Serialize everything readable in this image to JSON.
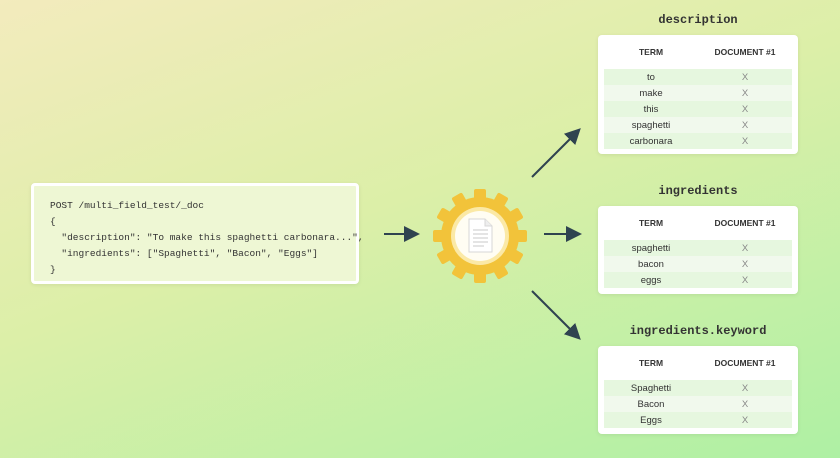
{
  "request": {
    "lines": [
      "POST /multi_field_test/_doc",
      "{",
      "  \"description\": \"To make this spaghetti carbonara...\",",
      "  \"ingredients\": [\"Spaghetti\", \"Bacon\", \"Eggs\"]",
      "}"
    ]
  },
  "analyzer": {
    "icon": "gear-document-icon",
    "gear_color": "#f2c33a"
  },
  "panels": [
    {
      "title": "description",
      "header": [
        "TERM",
        "DOCUMENT #1"
      ],
      "rows": [
        {
          "term": "to",
          "mark": "X"
        },
        {
          "term": "make",
          "mark": "X"
        },
        {
          "term": "this",
          "mark": "X"
        },
        {
          "term": "spaghetti",
          "mark": "X"
        },
        {
          "term": "carbonara",
          "mark": "X"
        }
      ]
    },
    {
      "title": "ingredients",
      "header": [
        "TERM",
        "DOCUMENT #1"
      ],
      "rows": [
        {
          "term": "spaghetti",
          "mark": "X"
        },
        {
          "term": "bacon",
          "mark": "X"
        },
        {
          "term": "eggs",
          "mark": "X"
        }
      ]
    },
    {
      "title": "ingredients.keyword",
      "header": [
        "TERM",
        "DOCUMENT #1"
      ],
      "rows": [
        {
          "term": "Spaghetti",
          "mark": "X"
        },
        {
          "term": "Bacon",
          "mark": "X"
        },
        {
          "term": "Eggs",
          "mark": "X"
        }
      ]
    }
  ]
}
